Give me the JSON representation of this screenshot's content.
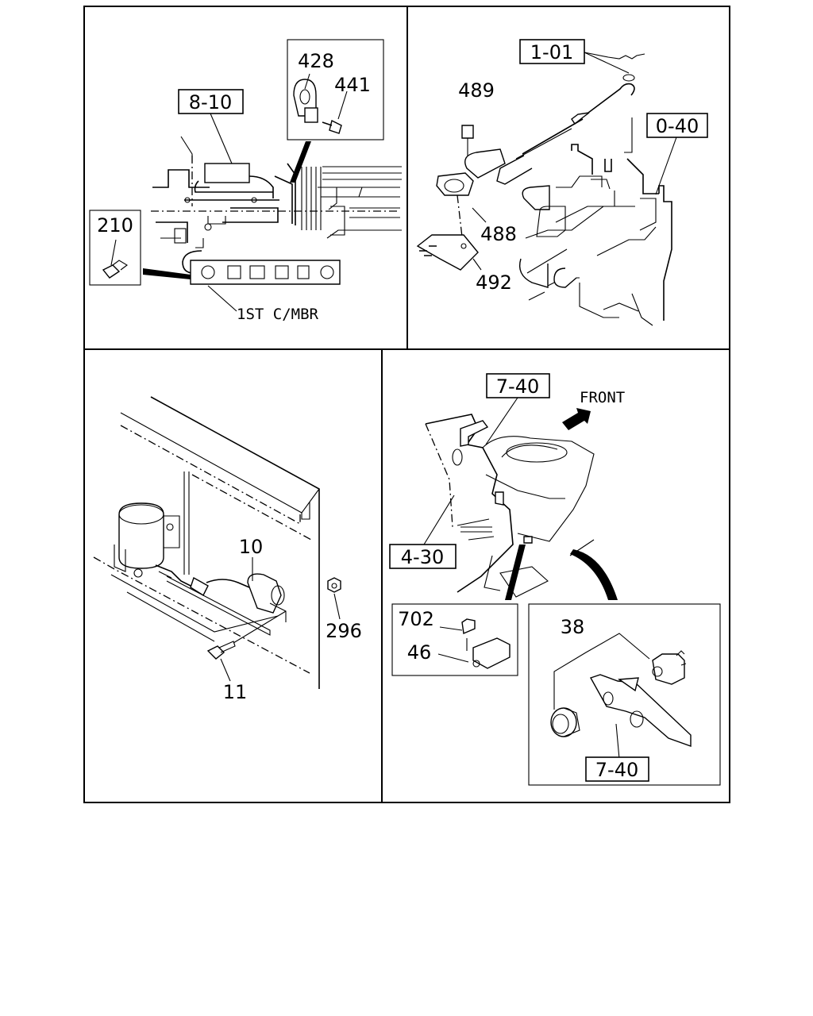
{
  "panels": {
    "top_left": {
      "refs": {
        "r1": "8-10",
        "r2": "210"
      },
      "parts": {
        "p1": "428",
        "p2": "441"
      },
      "note": "1ST C/MBR"
    },
    "top_right": {
      "refs": {
        "r1": "1-01",
        "r2": "0-40"
      },
      "parts": {
        "p1": "489",
        "p2": "488",
        "p3": "492"
      }
    },
    "bottom_left": {
      "parts": {
        "p1": "10",
        "p2": "296",
        "p3": "11"
      }
    },
    "bottom_right": {
      "refs": {
        "r1": "7-40",
        "r2": "4-30",
        "r3": "7-40"
      },
      "parts": {
        "p1": "702",
        "p2": "46",
        "p3": "38"
      },
      "direction": "FRONT"
    }
  }
}
